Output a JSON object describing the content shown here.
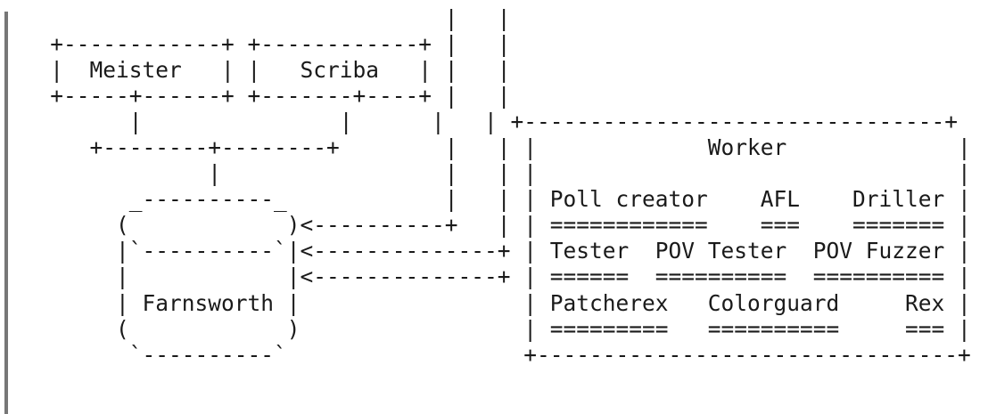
{
  "document": {
    "kind": "ascii-art-diagram",
    "title": "Worker architecture ASCII diagram",
    "text_color": "#1a1a1a",
    "background_color": "#ffffff",
    "left_rule_color": "#777777"
  },
  "nodes": {
    "meister": "Meister",
    "scriba": "Scriba",
    "farnsworth": "Farnsworth",
    "worker": "Worker"
  },
  "worker_components": {
    "row1": [
      "Poll creator",
      "AFL",
      "Driller"
    ],
    "row2": [
      "Tester",
      "POV Tester",
      "POV Fuzzer"
    ],
    "row3": [
      "Patcherex",
      "Colorguard",
      "Rex"
    ]
  },
  "ascii": {
    "lines": [
      "                                 |   |",
      "   +------------+ +------------+ |   |",
      "   |  Meister   | |   Scriba   | |   |",
      "   +-----+------+ +-------+----+ |   |",
      "         |                |      |   | +--------------------------------+",
      "      +--------+--------+        |   | |              Worker            |",
      "               |                 |   | |                                |",
      "         _----------_            |   | | Poll creator     AFL    Driller |",
      "        (            )<----------+   | | ============     ===    ======= |",
      "        |`----------`|<--------------+ | Tester  POV Tester  POV Fuzzer  |",
      "        |            |<------------------+ ======  ==========  ========== |",
      "        | Farnsworth |                   | Patcherex    Colorguard    Rex |",
      "        (            )                   | =========    ==========    === |",
      "         `----------`                    +--------------------------------+"
    ],
    "art": "                                 |   |\n   +------------+ +------------+ |   |\n   |  Meister   | |   Scriba   | |   |\n   +-----+------+ +-------+----+ |   |\n         |               |      |   | +--------------------------------+\n      +--------+--------+        |   | |             Worker             |\n               |                 |   | |                                |\n         _----------_            |   | | Poll creator    AFL    Driller |\n        (            )<----------+   | | ============    ===    ======= |\n        |`----------`|<--------------+ | Tester  POV Tester  POV Fuzzer |\n        |            |<--------------+ | ======  ==========  ========== |\n        | Farnsworth |                 | Patcherex   Colorguard     Rex |\n        (            )                 | =========   ==========     === |\n         `----------`                  +--------------------------------+"
  }
}
